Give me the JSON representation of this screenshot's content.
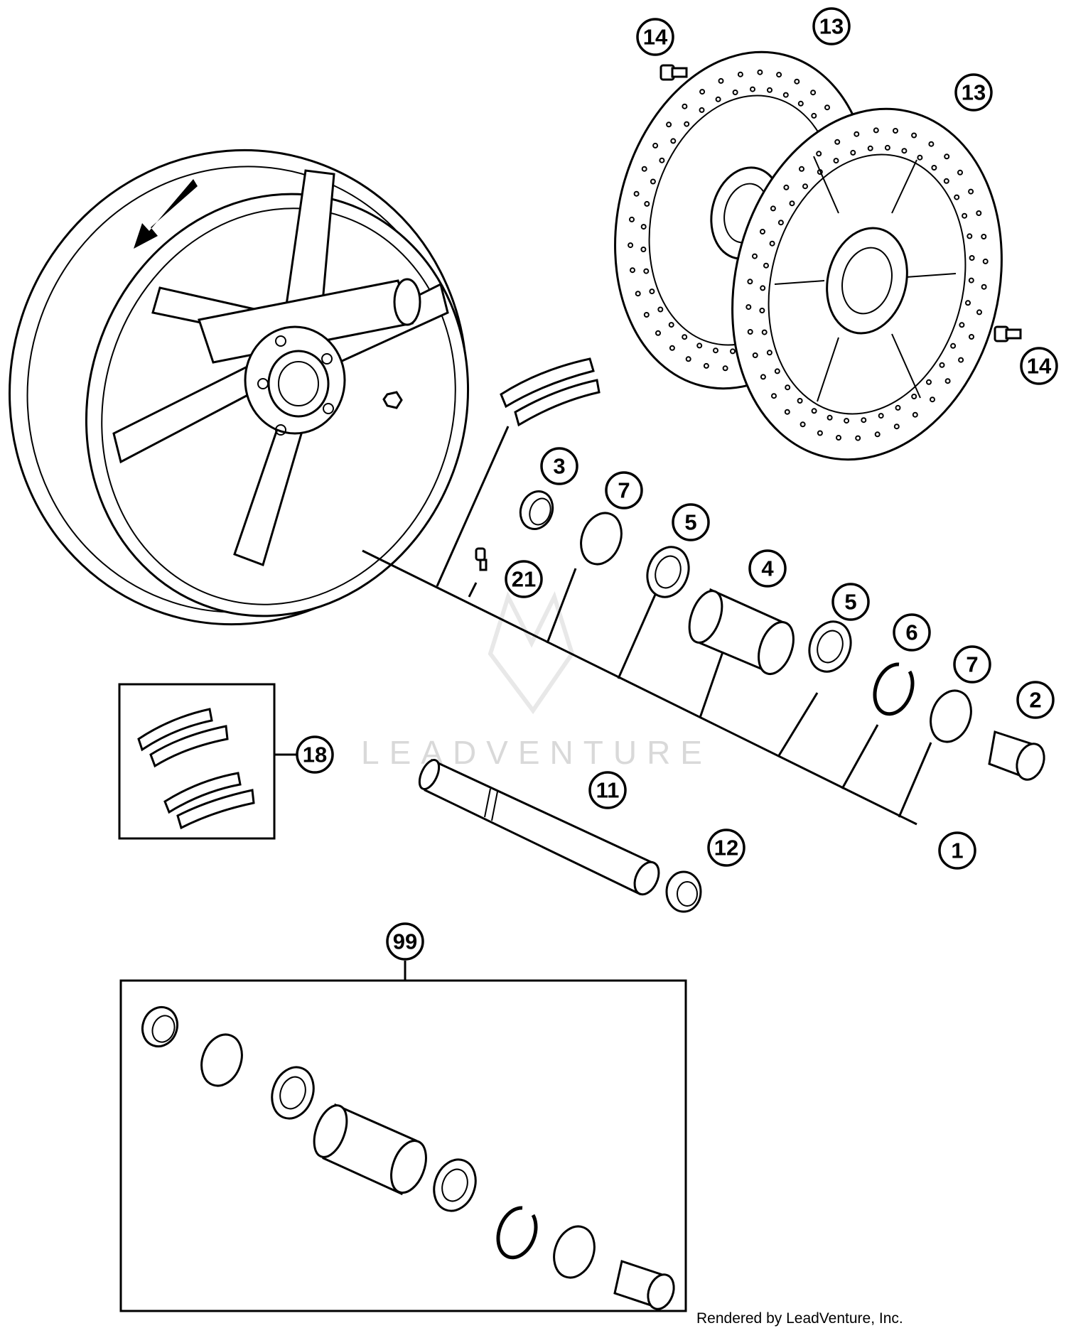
{
  "diagram": {
    "callouts": [
      {
        "id": "c1",
        "label": "1"
      },
      {
        "id": "c2",
        "label": "2"
      },
      {
        "id": "c3",
        "label": "3"
      },
      {
        "id": "c4",
        "label": "4"
      },
      {
        "id": "c5a",
        "label": "5"
      },
      {
        "id": "c5b",
        "label": "5"
      },
      {
        "id": "c6",
        "label": "6"
      },
      {
        "id": "c7a",
        "label": "7"
      },
      {
        "id": "c7b",
        "label": "7"
      },
      {
        "id": "c11",
        "label": "11"
      },
      {
        "id": "c12",
        "label": "12"
      },
      {
        "id": "c13a",
        "label": "13"
      },
      {
        "id": "c13b",
        "label": "13"
      },
      {
        "id": "c14a",
        "label": "14"
      },
      {
        "id": "c14b",
        "label": "14"
      },
      {
        "id": "c18",
        "label": "18"
      },
      {
        "id": "c21",
        "label": "21"
      },
      {
        "id": "c99",
        "label": "99"
      }
    ]
  },
  "watermark": "LEADVENTURE",
  "credit": "Rendered by LeadVenture, Inc."
}
